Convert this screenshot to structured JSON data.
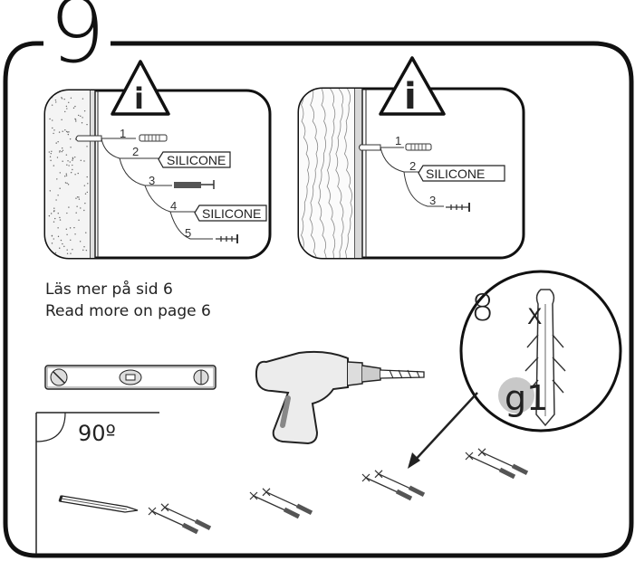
{
  "step": {
    "number": "9"
  },
  "panels": [
    {
      "name": "concrete-wall",
      "warning_symbol": "i",
      "steps": [
        "1",
        "2",
        "3",
        "4",
        "5"
      ],
      "labels": [
        "SILICONE",
        "SILICONE"
      ]
    },
    {
      "name": "wood-wall",
      "warning_symbol": "i",
      "steps": [
        "1",
        "2",
        "3"
      ],
      "labels": [
        "SILICONE"
      ]
    }
  ],
  "note": {
    "line1": "Läs mer på sid 6",
    "line2": "Read more on page 6"
  },
  "fixings": {
    "quantity": "8",
    "multiplier": "X",
    "part_id": "g1"
  },
  "angle": {
    "label": "90º"
  },
  "tools": [
    "spirit-level-icon",
    "drill-icon",
    "pencil-icon"
  ],
  "colors": {
    "line": "#222222",
    "part_badge": "#c8c8c8",
    "screw_body": "#555555"
  }
}
